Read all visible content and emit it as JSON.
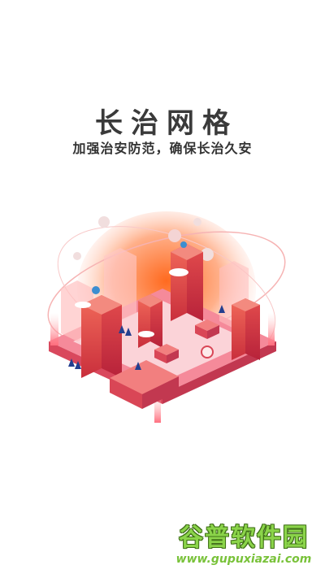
{
  "app": {
    "title": "长治网格",
    "slogan": "加强治安防范，确保长治久安"
  },
  "watermark": {
    "name": "谷普软件园",
    "url": "www.gupuxiazai.com"
  },
  "colors": {
    "accent_dot": "#f08a1c",
    "building_red": "#e24a4a",
    "platform_pink": "#f58a9a",
    "glow_orange": "#ff8f3a",
    "watermark_green": "#8bd44a"
  },
  "illustration": {
    "icon": "isometric-city-icon"
  }
}
